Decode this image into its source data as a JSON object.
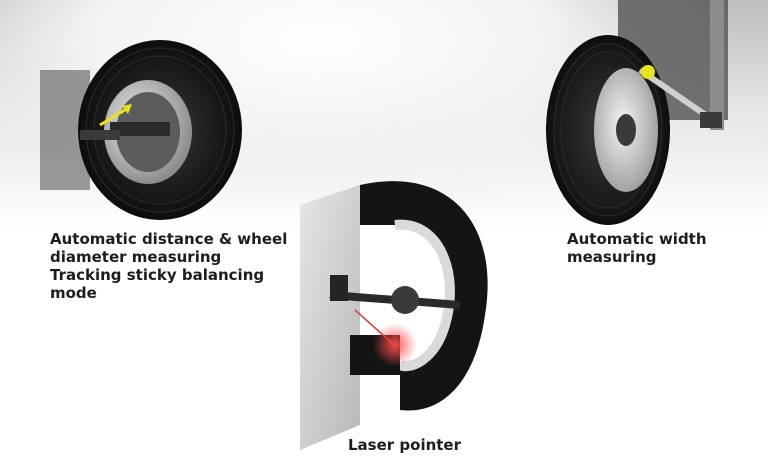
{
  "colors": {
    "tire": "#1a1a1a",
    "rim": "#c9c9c9",
    "arrow": "#e8e21a",
    "laser": "#e03030",
    "text": "#1d1d1d"
  },
  "features": [
    {
      "icon": "distance-diameter-arm-icon",
      "lines": [
        "Automatic distance & wheel",
        "diameter measuring",
        "Tracking sticky balancing",
        "mode"
      ]
    },
    {
      "icon": "width-sonar-arm-icon",
      "lines": [
        "Automatic width",
        "measuring"
      ]
    },
    {
      "icon": "laser-pointer-icon",
      "lines": [
        "Laser pointer"
      ]
    }
  ]
}
